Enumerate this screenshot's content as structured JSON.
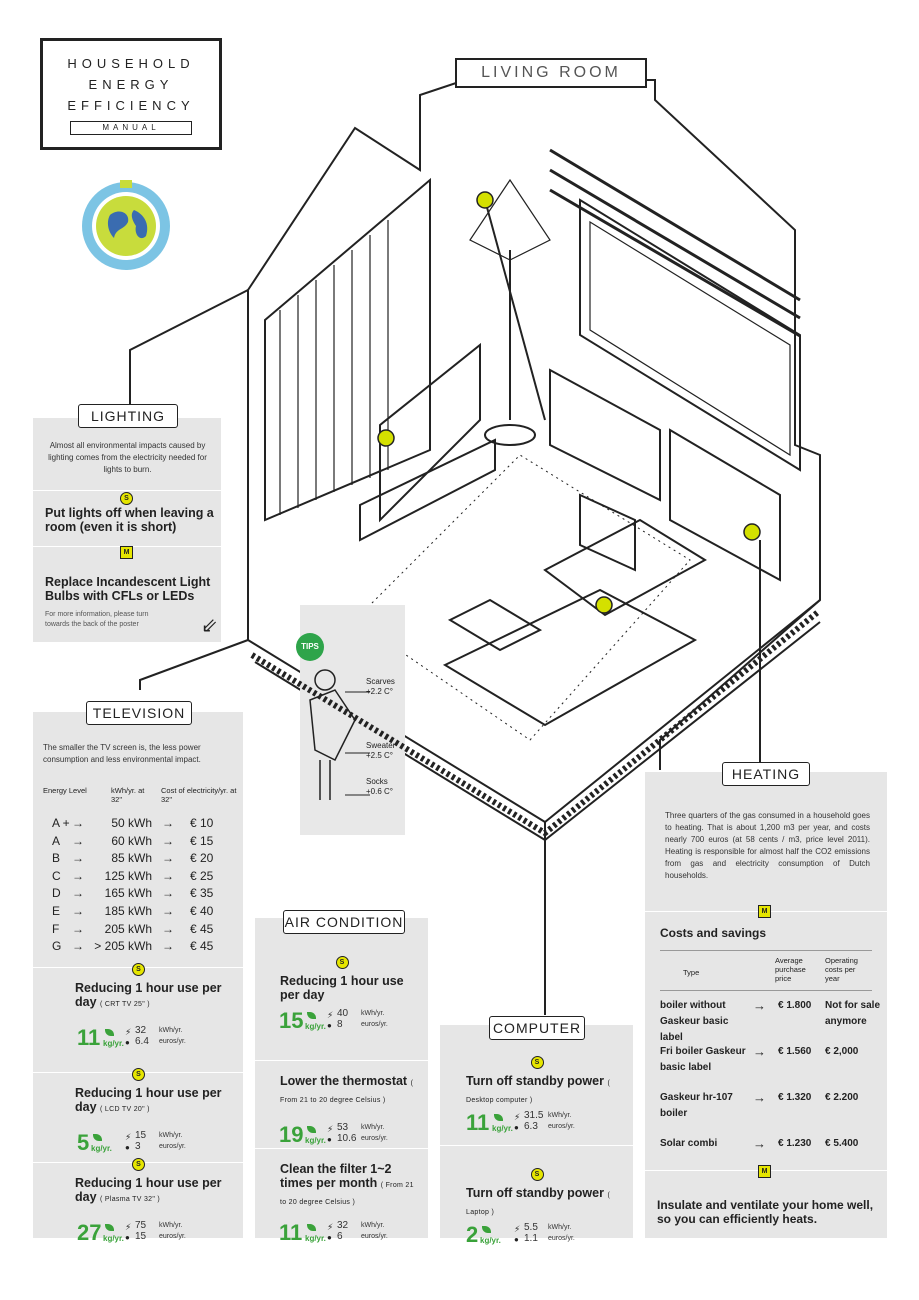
{
  "title": {
    "line1": "HOUSEHOLD",
    "line2": "ENERGY",
    "line3": "EFFICIENCY",
    "manual": "MANUAL"
  },
  "room_label": "LIVING ROOM",
  "lighting": {
    "label": "LIGHTING",
    "intro": "Almost all environmental impacts caused by lighting comes from the electricity needed for lights to burn.",
    "badge1": "S",
    "tip1": "Put lights off when leaving a room (even it is short)",
    "badge2": "M",
    "tip2": "Replace Incandescent Light Bulbs with CFLs or LEDs",
    "note": "For more information, please turn towards the back of the poster"
  },
  "tips": {
    "badge": "TIPS",
    "scarves": "Scarves",
    "scarves_val": "+2.2 C°",
    "sweater": "Sweater",
    "sweater_val": "+2.5 C°",
    "socks": "Socks",
    "socks_val": "+0.6 C°"
  },
  "television": {
    "label": "TELEVISION",
    "intro": "The smaller the TV screen is, the less power consumption and less environmental impact.",
    "col1": "Energy Level",
    "col2": "kWh/yr. at 32\"",
    "col3": "Cost of electricity/yr. at 32\"",
    "rows": [
      {
        "level": "A +",
        "kwh": "50 kWh",
        "cost": "€ 10"
      },
      {
        "level": "A",
        "kwh": "60 kWh",
        "cost": "€ 15"
      },
      {
        "level": "B",
        "kwh": "85 kWh",
        "cost": "€ 20"
      },
      {
        "level": "C",
        "kwh": "125 kWh",
        "cost": "€ 25"
      },
      {
        "level": "D",
        "kwh": "165 kWh",
        "cost": "€ 35"
      },
      {
        "level": "E",
        "kwh": "185 kWh",
        "cost": "€ 40"
      },
      {
        "level": "F",
        "kwh": "205 kWh",
        "cost": "€ 45"
      },
      {
        "level": "G",
        "kwh": "> 205 kWh",
        "cost": "€ 45"
      }
    ],
    "arrow": "→",
    "savings": [
      {
        "badge": "S",
        "title": "Reducing 1 hour use per day",
        "sub": "( CRT TV 25\" )",
        "big": "11",
        "kg": "kg/yr.",
        "kwh_val": "32",
        "kwh_unit": "kWh/yr.",
        "eur_val": "6.4",
        "eur_unit": "euros/yr."
      },
      {
        "badge": "S",
        "title": "Reducing 1 hour use per day",
        "sub": "( LCD TV 20\" )",
        "big": "5",
        "kg": "kg/yr.",
        "kwh_val": "15",
        "kwh_unit": "kWh/yr.",
        "eur_val": "3",
        "eur_unit": "euros/yr."
      },
      {
        "badge": "S",
        "title": "Reducing 1 hour use per day",
        "sub": "( Plasma TV 32\" )",
        "big": "27",
        "kg": "kg/yr.",
        "kwh_val": "75",
        "kwh_unit": "kWh/yr.",
        "eur_val": "15",
        "eur_unit": "euros/yr."
      }
    ]
  },
  "air_condition": {
    "label": "AIR CONDITION",
    "items": [
      {
        "badge": "S",
        "title": "Reducing 1 hour use per day",
        "sub": "",
        "big": "15",
        "kg": "kg/yr.",
        "kwh_val": "40",
        "kwh_unit": "kWh/yr.",
        "eur_val": "8",
        "eur_unit": "euros/yr."
      },
      {
        "badge": "",
        "title": "Lower the thermostat",
        "sub": "( From 21 to 20 degree Celsius )",
        "big": "19",
        "kg": "kg/yr.",
        "kwh_val": "53",
        "kwh_unit": "kWh/yr.",
        "eur_val": "10.6",
        "eur_unit": "euros/yr."
      },
      {
        "badge": "",
        "title": "Clean the filter 1~2 times per month",
        "sub": "( From 21 to 20 degree Celsius )",
        "big": "11",
        "kg": "kg/yr.",
        "kwh_val": "32",
        "kwh_unit": "kWh/yr.",
        "eur_val": "6",
        "eur_unit": "euros/yr."
      }
    ]
  },
  "computer": {
    "label": "COMPUTER",
    "items": [
      {
        "badge": "S",
        "title": "Turn off standby power",
        "sub": "( Desktop computer )",
        "big": "11",
        "kg": "kg/yr.",
        "kwh_val": "31.5",
        "kwh_unit": "kWh/yr.",
        "eur_val": "6.3",
        "eur_unit": "euros/yr."
      },
      {
        "badge": "S",
        "title": "Turn off standby power",
        "sub": "( Laptop )",
        "big": "2",
        "kg": "kg/yr.",
        "kwh_val": "5.5",
        "kwh_unit": "kWh/yr.",
        "eur_val": "1.1",
        "eur_unit": "euros/yr."
      }
    ]
  },
  "heating": {
    "label": "HEATING",
    "intro": "Three quarters of the gas consumed in a household goes to heating. That is about 1,200 m3 per year, and costs nearly 700 euros (at 58 cents / m3, price level 2011). Heating is responsible for almost half the CO2 emissions from gas and electricity consumption of Dutch households.",
    "badge1": "M",
    "costs_title": "Costs and savings",
    "col_type": "Type",
    "col_avg": "Average purchase price",
    "col_op": "Operating costs per year",
    "rows": [
      {
        "type": "boiler without Gaskeur basic label",
        "avg": "€ 1.800",
        "op": "Not for sale anymore"
      },
      {
        "type": "Fri boiler Gaskeur basic label",
        "avg": "€ 1.560",
        "op": "€ 2,000"
      },
      {
        "type": "Gaskeur hr-107 boiler",
        "avg": "€ 1.320",
        "op": "€ 2.200"
      },
      {
        "type": "Solar combi",
        "avg": "€ 1.230",
        "op": "€ 5.400"
      }
    ],
    "badge2": "M",
    "tip": "Insulate and ventilate your home well, so you can efficiently heats."
  }
}
